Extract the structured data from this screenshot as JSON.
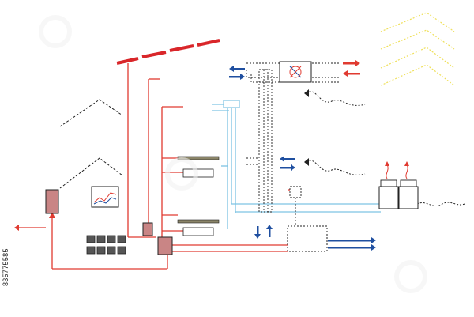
{
  "diagram": {
    "side_text": "835775585",
    "colors": {
      "heat_pipe": "#e03a30",
      "cold_pipe": "#7ec3e3",
      "duct": "#222222",
      "arrow_blue": "#1f4fa0",
      "arrow_red": "#e03a30",
      "solar_collector": "#d9262a",
      "sun_rays": "#efe05a",
      "storage_fill": "#c98585",
      "radiator_fill": "#8a8468",
      "pv_cell": "#555555"
    },
    "components": [
      {
        "name": "solar-collector",
        "icon": "solar-panel-icon"
      },
      {
        "name": "storage-tank",
        "icon": "tank-icon"
      },
      {
        "name": "pv-panel-array",
        "icon": "pv-array-icon"
      },
      {
        "name": "heat-pump",
        "icon": "pump-icon"
      },
      {
        "name": "heat-recovery-unit",
        "icon": "fan-icon"
      },
      {
        "name": "chiller-box",
        "icon": "box-icon"
      },
      {
        "name": "cooling-towers",
        "icon": "tower-icon"
      },
      {
        "name": "monitor-chart",
        "icon": "chart-icon"
      }
    ]
  }
}
